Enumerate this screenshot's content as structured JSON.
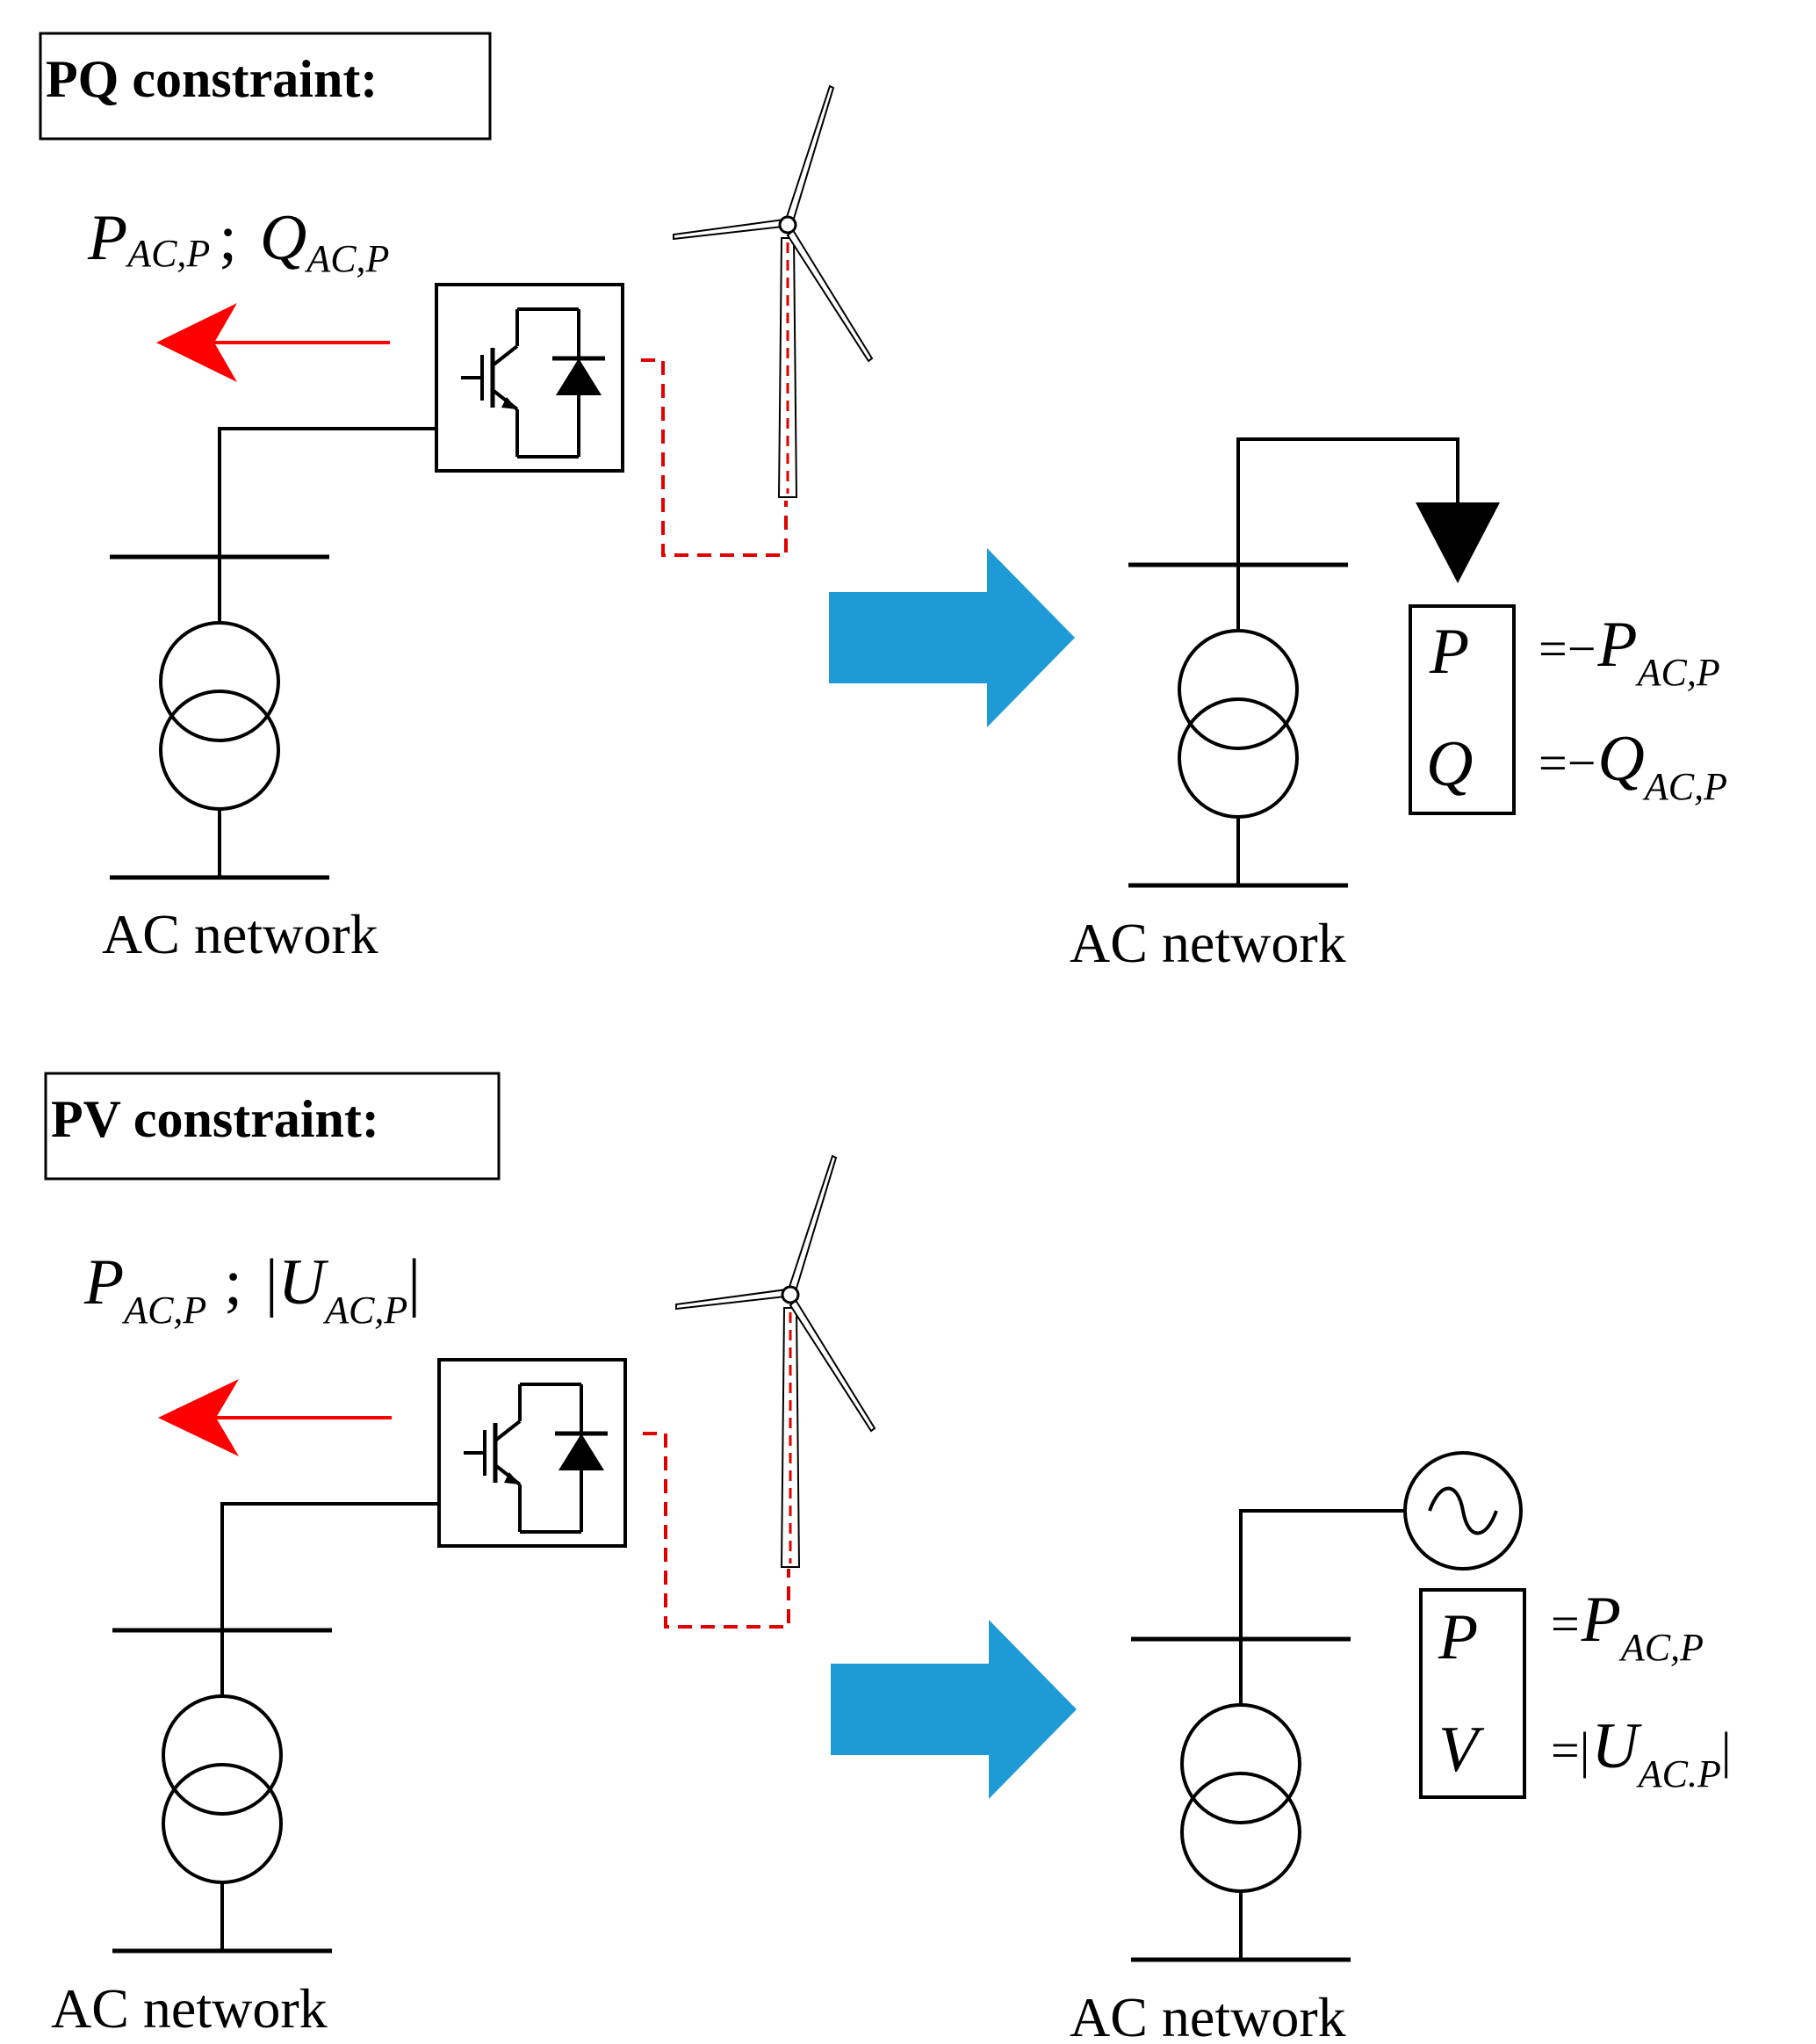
{
  "pq": {
    "title": "PQ constraint:",
    "spec": {
      "p": "P",
      "p_sub": "AC,P",
      "sep": ";",
      "q": "Q",
      "q_sub": "AC,P"
    },
    "left_network": "AC network",
    "right_network": "AC network",
    "box_p": "P",
    "box_q": "Q",
    "eq_p": {
      "prefix": "=−",
      "var": "P",
      "sub": "AC,P"
    },
    "eq_q": {
      "prefix": "=−",
      "var": "Q",
      "sub": "AC,P"
    }
  },
  "pv": {
    "title": "PV constraint:",
    "spec": {
      "p": "P",
      "p_sub": "AC,P",
      "sep": ";",
      "u_open": "|",
      "u": "U",
      "u_sub": "AC,P",
      "u_close": "|"
    },
    "left_network": "AC network",
    "right_network": "AC network",
    "box_p": "P",
    "box_v": "V",
    "eq_p": {
      "prefix": "=",
      "var": "P",
      "sub": "AC,P"
    },
    "eq_v": {
      "prefix": "=|",
      "var": "U",
      "sub": "AC.P",
      "suffix": "|"
    }
  },
  "colors": {
    "power_arrow": "#ff0000",
    "link_line": "#e00000",
    "transform_arrow": "#1e9bd7",
    "line": "#000000"
  },
  "icons": [
    "converter-icon",
    "wind-turbine-icon",
    "transformer-icon",
    "load-arrow-icon",
    "ac-source-icon"
  ]
}
